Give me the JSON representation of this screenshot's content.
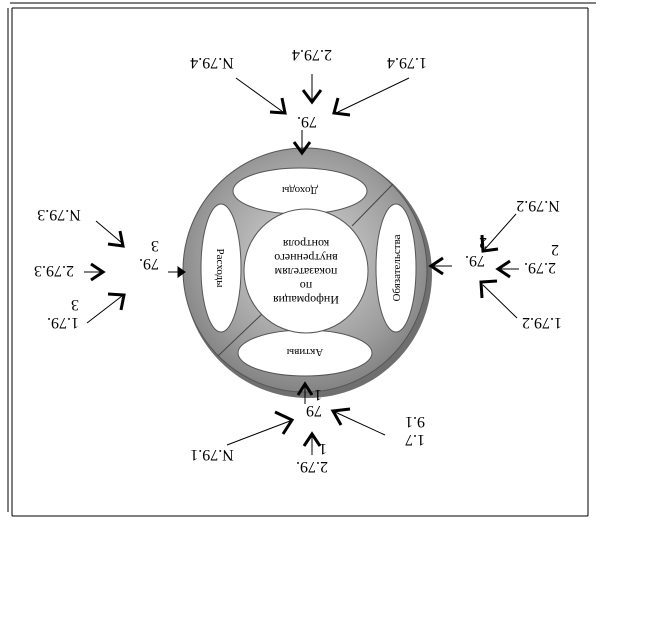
{
  "center_label_lines": [
    "Информация",
    "по",
    "показателям",
    "внутреннего",
    "контроля"
  ],
  "ovals": {
    "income": "Доходы",
    "expenses": "Расходы",
    "obligations": "Обязательства",
    "assets": "Активы"
  },
  "groups": {
    "top": {
      "hub": "79.",
      "labels": [
        "N.79.4",
        "2.79.4",
        "1.79.4"
      ]
    },
    "left": {
      "hub_lines": [
        "79.",
        "3"
      ],
      "labels": [
        "N.79.3",
        "2.79.3",
        "1.79.3_a",
        "1.79.3_b"
      ]
    },
    "right": {
      "hub_lines": [
        "79.",
        "2"
      ],
      "labels": [
        "N.79.2",
        "2.79.2_a",
        "2.79.2_b",
        "1.79.2"
      ]
    },
    "bottom": {
      "hub_lines": [
        "79",
        "1"
      ],
      "labels": [
        "N.79.1",
        "2.79.1_a",
        "2.79.1_b",
        "1.7_a",
        "1.7_b"
      ]
    }
  },
  "label_text": {
    "N.79.4": "N.79.4",
    "2.79.4": "2.79.4",
    "1.79.4": "1.79.4",
    "N.79.3": "N.79.3",
    "2.79.3": "2.79.3",
    "1.79.3_a": "1.79.",
    "1.79.3_b": "3",
    "N.79.2": "N.79.2",
    "2.79.2_a": "2.79.",
    "2.79.2_b": "2",
    "1.79.2": "1.79.2",
    "N.79.1": "N.79.1",
    "2.79.1_a": "2.79.",
    "2.79.1_b": "1",
    "1.7_a": "1.7",
    "1.7_b": "9.1"
  },
  "colors": {
    "disc_outer": "#8a8a8a",
    "disc_inner": "#cfcfcf",
    "oval_fill": "#ffffff",
    "line": "#000000"
  }
}
